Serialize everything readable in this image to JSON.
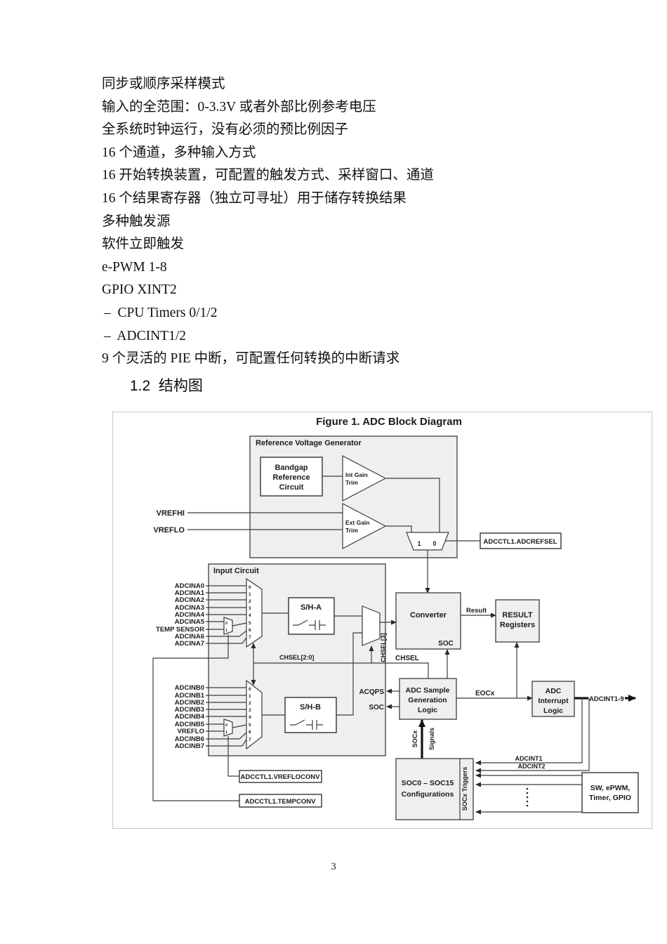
{
  "page": {
    "number": "3"
  },
  "body": {
    "lines": [
      {
        "text": "同步或顺序采样模式"
      },
      {
        "text": "输入的全范围：0-3.3V 或者外部比例参考电压"
      },
      {
        "text": "全系统时钟运行，没有必须的预比例因子"
      },
      {
        "text": "16 个通道，多种输入方式"
      },
      {
        "text": "16 开始转换装置，可配置的触发方式、采样窗口、通道"
      },
      {
        "text": "16 个结果寄存器（独立可寻址）用于储存转换结果"
      },
      {
        "text": "多种触发源"
      },
      {
        "text": "软件立即触发"
      },
      {
        "text": "e-PWM 1-8"
      },
      {
        "text": "GPIO XINT2"
      },
      {
        "text": "–  CPU Timers 0/1/2"
      },
      {
        "text": "–  ADCINT1/2"
      },
      {
        "text": "9 个灵活的 PIE 中断，可配置任何转换的中断请求"
      }
    ],
    "heading": "1.2  结构图"
  },
  "figure": {
    "title": "Figure 1. ADC Block Diagram",
    "ref_gen": {
      "label": "Reference Voltage Generator",
      "bandgap": [
        "Bandgap",
        "Reference",
        "Circuit"
      ],
      "int_gain": [
        "Int Gain",
        "Trim"
      ],
      "ext_gain": [
        "Ext Gain",
        "Trim"
      ],
      "mux": {
        "one": "1",
        "zero": "0"
      },
      "adcrefsel": "ADCCTL1.ADCREFSEL"
    },
    "inputs": {
      "vrefhi": "VREFHI",
      "vreflo": "VREFLO"
    },
    "input_circuit": {
      "label": "Input Circuit",
      "a_channels": [
        "ADCINA0",
        "ADCINA1",
        "ADCINA2",
        "ADCINA3",
        "ADCINA4",
        "ADCINA5",
        "TEMP SENSOR",
        "ADCINA6",
        "ADCINA7"
      ],
      "b_channels": [
        "ADCINB0",
        "ADCINB1",
        "ADCINB2",
        "ADCINB3",
        "ADCINB4",
        "ADCINB5",
        "VREFLO",
        "ADCINB6",
        "ADCINB7"
      ],
      "mux_inputs": [
        "0",
        "1",
        "2",
        "3",
        "4",
        "5",
        "6",
        "7"
      ],
      "small_mux": [
        "0",
        "1"
      ],
      "sha": "S/H-A",
      "shb": "S/H-B",
      "chsel20": "CHSEL[2:0]",
      "chsel3": "CHSEL[3]"
    },
    "signals": {
      "chsel": "CHSEL",
      "result": "Result",
      "acqps": "ACQPS",
      "soc": "SOC",
      "eocx": "EOCx",
      "adcint19": "ADCINT1-9",
      "adcint1": "ADCINT1",
      "adcint2": "ADCINT2",
      "socx_signals": [
        "SOCx",
        "Signals"
      ]
    },
    "blocks": {
      "converter": "Converter",
      "converter_soc": "SOC",
      "result_registers": [
        "RESULT",
        "Registers"
      ],
      "asgl": [
        "ADC Sample",
        "Generation",
        "Logic"
      ],
      "ail": [
        "ADC",
        "Interrupt",
        "Logic"
      ],
      "soc_config": [
        "SOC0 – SOC15",
        "Configurations"
      ],
      "socx_triggers": "SOCx Triggers",
      "trigger_sources": [
        "SW, ePWM,",
        "Timer, GPIO"
      ],
      "vrefloconv": "ADCCTL1.VREFLOCONV",
      "tempconv": "ADCCTL1.TEMPCONV"
    }
  }
}
